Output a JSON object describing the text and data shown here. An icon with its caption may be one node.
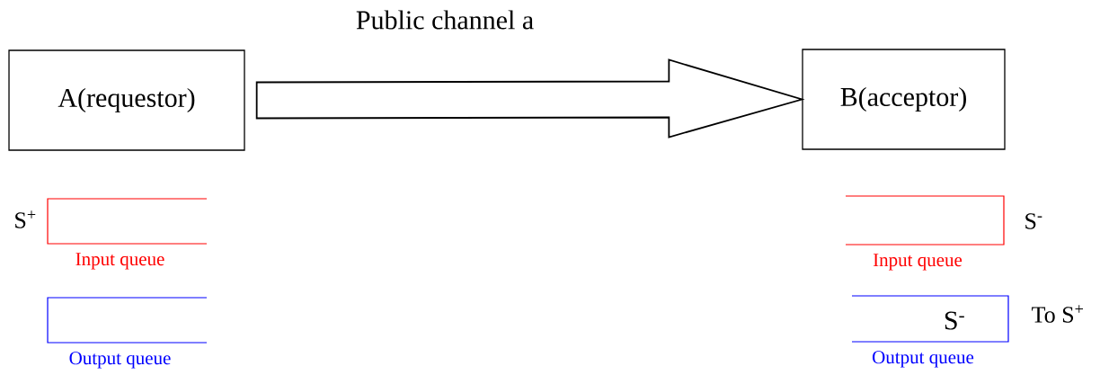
{
  "diagram": {
    "nodes": [
      {
        "text": [
          "A(requestor)"
        ]
      },
      {
        "text": [
          "B(acceptor)"
        ]
      },
      {
        "text": [
          "Input queue"
        ],
        "beside": [
          "S$^{+}$"
        ]
      },
      {
        "text": [
          "Output queue"
        ]
      },
      {
        "text": [
          "Input queue"
        ],
        "beside": [
          "S$^{-}$"
        ]
      },
      {
        "text": [
          "S$^{-}$",
          "Output queue"
        ],
        "beside": [
          "To  S$^{+}$"
        ]
      }
    ],
    "edges": [
      {
        "from": 0,
        "to": 1,
        "arrow": "to",
        "label": "Public channel a",
        "style": "thick"
      }
    ]
  }
}
